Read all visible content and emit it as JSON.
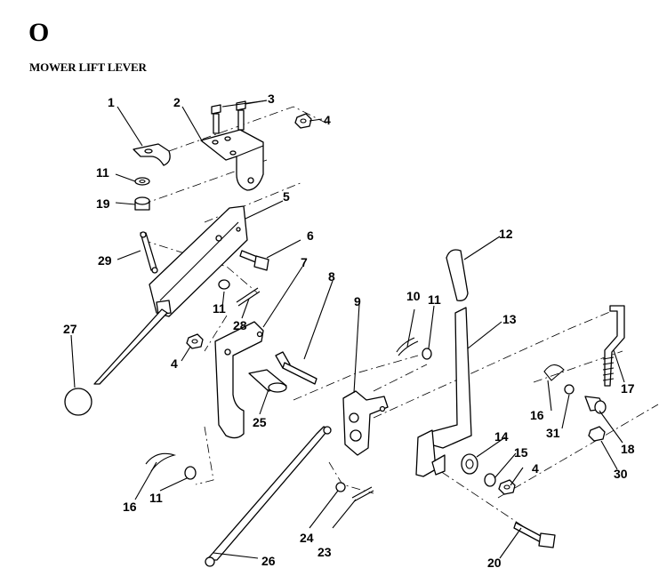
{
  "section": {
    "letter": "O",
    "title": "MOWER LIFT LEVER"
  },
  "callouts": [
    "1",
    "2",
    "3",
    "4",
    "5",
    "6",
    "7",
    "8",
    "9",
    "10",
    "11",
    "12",
    "13",
    "14",
    "15",
    "16",
    "17",
    "18",
    "19",
    "20",
    "23",
    "24",
    "25",
    "26",
    "27",
    "28",
    "29",
    "30",
    "31"
  ],
  "labels": {
    "l1": "1",
    "l2": "2",
    "l3": "3",
    "l4a": "4",
    "l4b": "4",
    "l4c": "4",
    "l5": "5",
    "l6": "6",
    "l7": "7",
    "l8": "8",
    "l9": "9",
    "l10": "10",
    "l11a": "11",
    "l11b": "11",
    "l11c": "11",
    "l11d": "11",
    "l12": "12",
    "l13": "13",
    "l14": "14",
    "l15": "15",
    "l16a": "16",
    "l16b": "16",
    "l17": "17",
    "l18": "18",
    "l19": "19",
    "l20": "20",
    "l23": "23",
    "l24": "24",
    "l25": "25",
    "l26": "26",
    "l27": "27",
    "l28": "28",
    "l29": "29",
    "l30": "30",
    "l31": "31"
  }
}
